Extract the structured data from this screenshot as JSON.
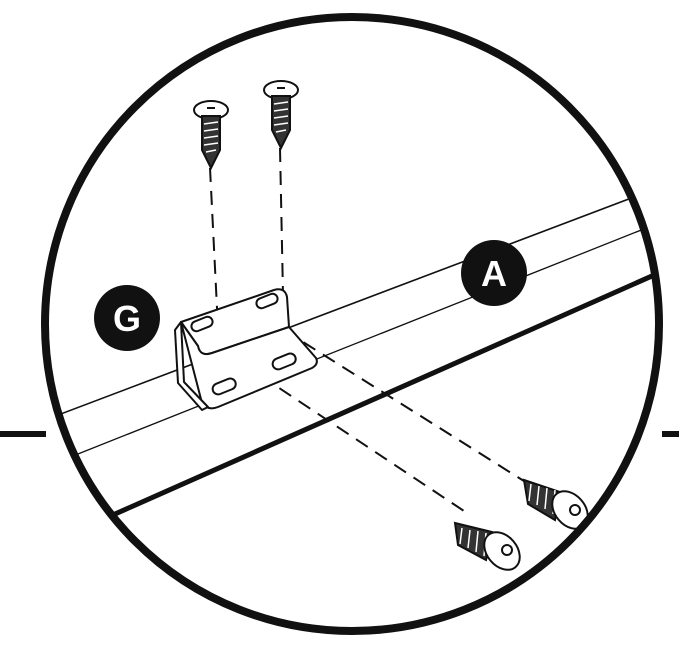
{
  "diagram": {
    "labels": {
      "bracket": "G",
      "rail": "A"
    },
    "parts": {
      "rail": "rail-icon",
      "bracket": "l-bracket-icon",
      "screw": "screw-icon"
    },
    "screw_count": 4,
    "colors": {
      "ink": "#111111",
      "background": "#ffffff",
      "label_fill": "#111111",
      "label_text": "#ffffff"
    }
  }
}
